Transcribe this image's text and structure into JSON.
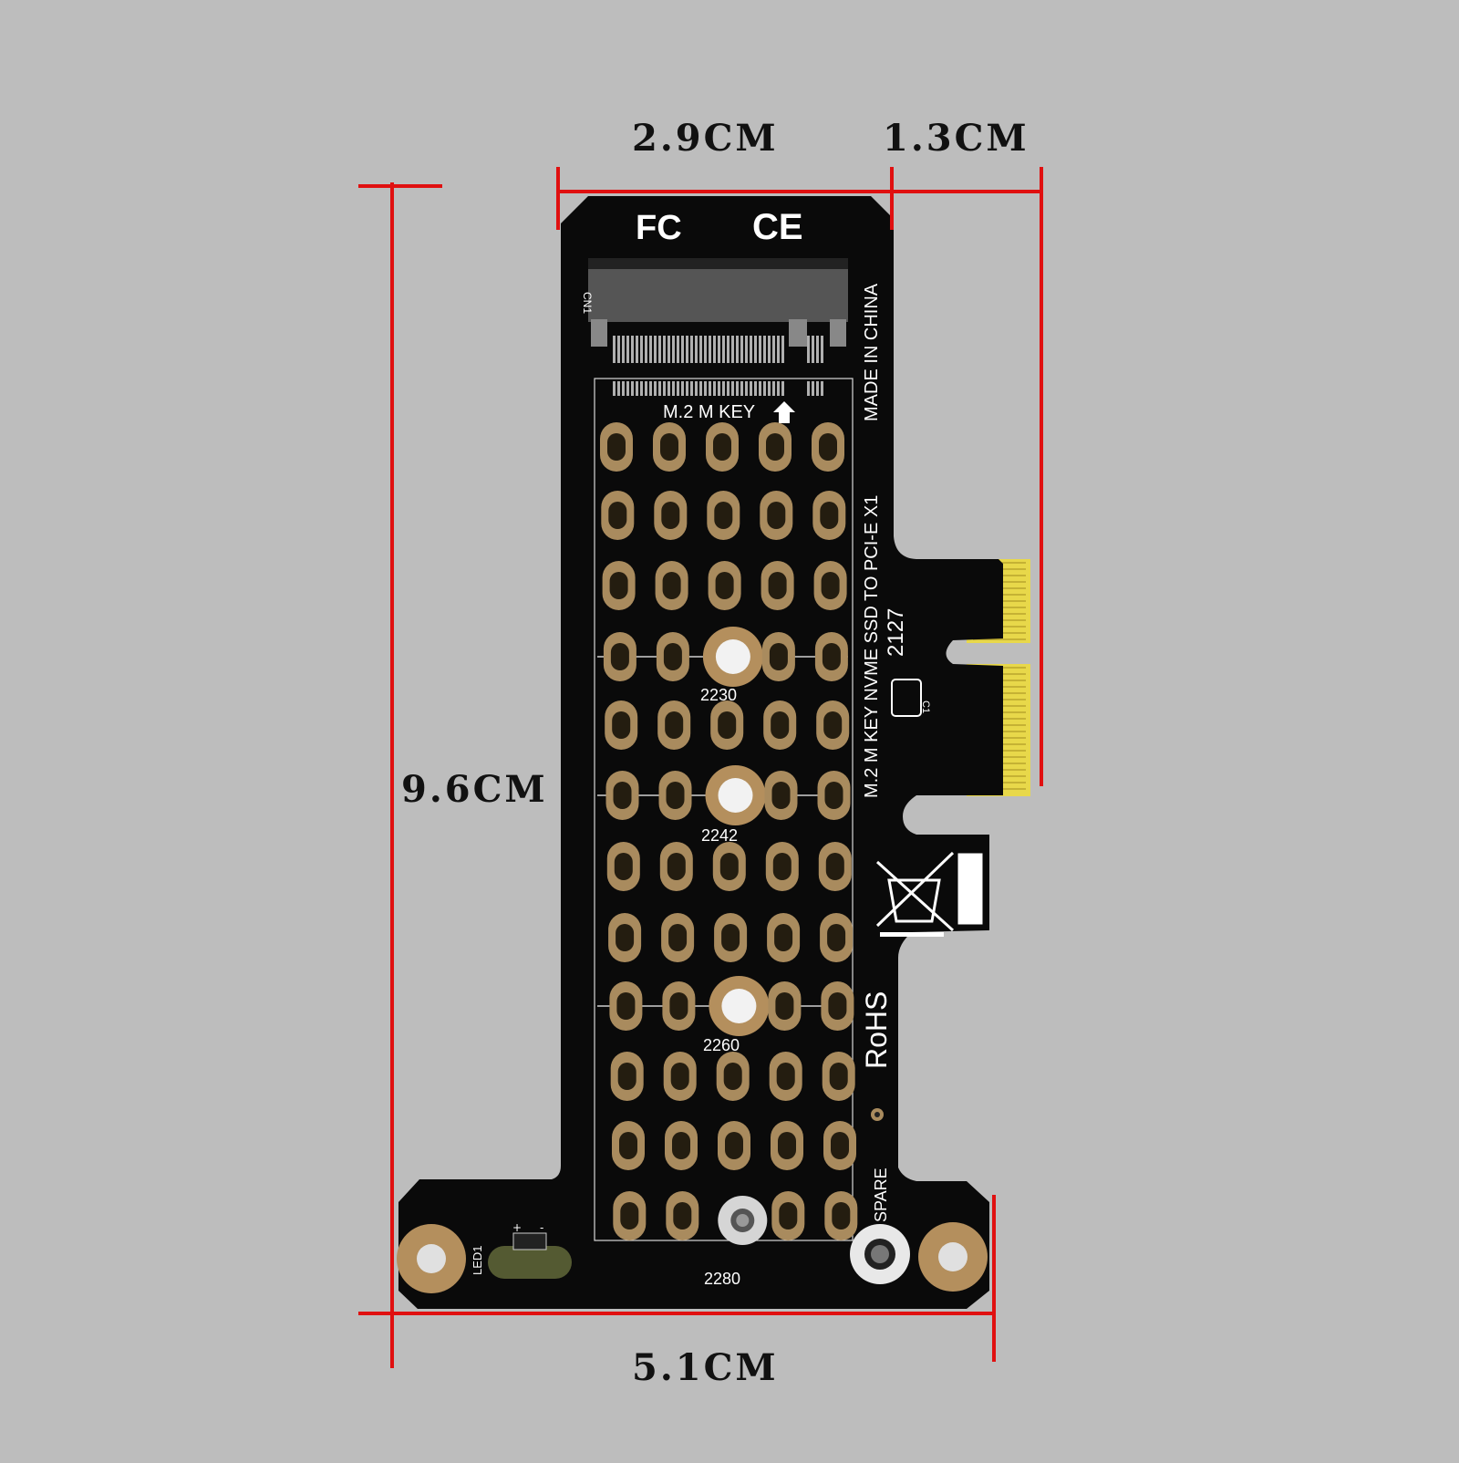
{
  "dimensions": {
    "top_width": "2.9CM",
    "connector_width": "1.3CM",
    "height": "9.6CM",
    "bottom_width": "5.1CM"
  },
  "board": {
    "ce_mark": "CE",
    "fc_mark": "FC",
    "made_in": "MADE IN CHINA",
    "model_text": "M.2 M KEY NVME SSD TO PCI-E X1",
    "slot_label": "M.2 M KEY",
    "date_code": "2127",
    "rohs": "RoHS",
    "spare_label": "SPARE",
    "led_label": "LED1",
    "cn1_label": "CN1",
    "c1_label": "C1",
    "mount_positions": [
      "2230",
      "2242",
      "2260",
      "2280"
    ]
  },
  "colors": {
    "background": "#bdbdbd",
    "pcb": "#0a0a0a",
    "gold_pad": "#a98b5e",
    "dimension_line": "#e01010",
    "connector_gold": "#e8d84a"
  }
}
